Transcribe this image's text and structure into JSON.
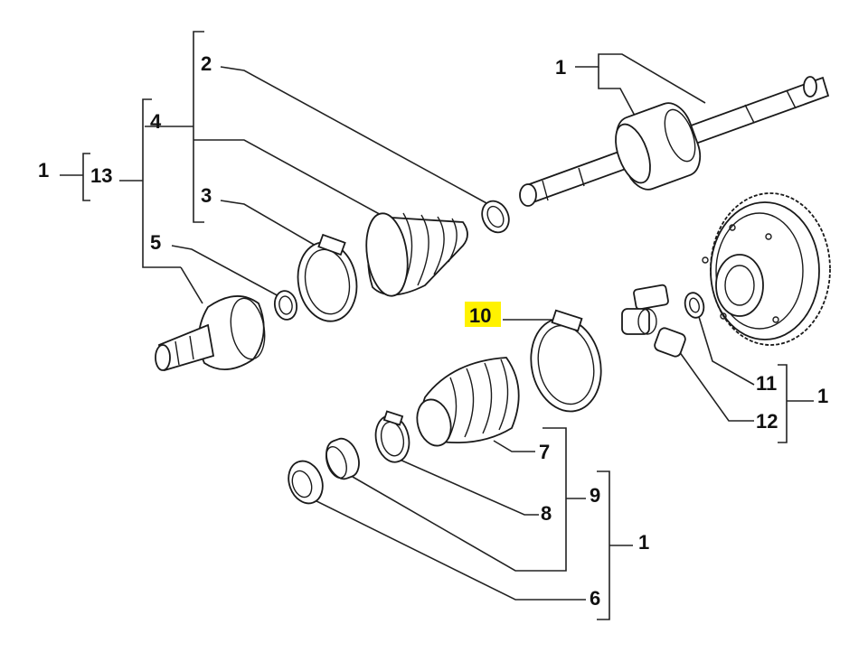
{
  "callouts": {
    "c2": "2",
    "c4": "4",
    "c3": "3",
    "c5": "5",
    "c13": "13",
    "c1_left": "1",
    "c1_top": "1",
    "c10": "10",
    "c11": "11",
    "c12": "12",
    "c1_right": "1",
    "c7": "7",
    "c8": "8",
    "c9": "9",
    "c1_bottom": "1",
    "c6": "6"
  },
  "highlight_color": "#fff200"
}
